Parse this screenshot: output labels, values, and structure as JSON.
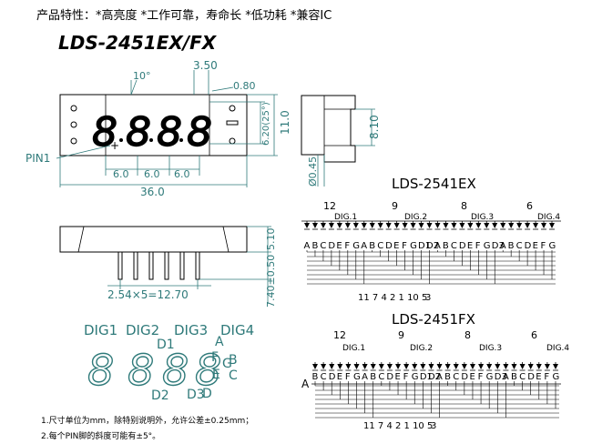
{
  "header": {
    "features": "产品特性：*高亮度 *工作可靠，寿命长 *低功耗 *兼容IC",
    "title": "LDS-2451EX/FX"
  },
  "front_view": {
    "angle": "10°",
    "dim_350": "3.50",
    "dim_080": "0.80",
    "dim_620": "6.20(25°)",
    "dim_height": "11.0",
    "pin1": "PIN1",
    "pitch": [
      "6.0",
      "6.0",
      "6.0"
    ],
    "width": "36.0",
    "digit_glyph": "8"
  },
  "side_view": {
    "dim_810": "8.10",
    "dim_045": "Ø0.45"
  },
  "bottom_view": {
    "dim_510": "5.10",
    "dim_740": "7.40±0.50",
    "pin_pitch": "2.54×5=12.70"
  },
  "segment_map": {
    "digits": [
      "DIG1",
      "DIG2",
      "DIG3",
      "DIG4"
    ],
    "labels": [
      "A",
      "B",
      "C",
      "D1",
      "D2",
      "D3",
      "D",
      "E",
      "F",
      "G"
    ]
  },
  "schematic_ex": {
    "title": "LDS-2541EX",
    "pins_top": [
      "12",
      "9",
      "8",
      "6"
    ],
    "digit_labels": [
      "DIG.1",
      "DIG.2",
      "DIG.3",
      "DIG.4"
    ],
    "segments": [
      "A",
      "B",
      "C",
      "D",
      "E",
      "F",
      "G",
      "A",
      "B",
      "C",
      "D",
      "E",
      "F",
      "G",
      "D1",
      "D2",
      "A",
      "B",
      "C",
      "D",
      "E",
      "F",
      "G",
      "D3",
      "A",
      "B",
      "C",
      "D",
      "E",
      "F",
      "G"
    ],
    "pins_bottom": "11 7 4 2 1 10 5",
    "pin3": "3"
  },
  "schematic_fx": {
    "title": "LDS-2451FX",
    "pins_top": [
      "12",
      "9",
      "8",
      "6"
    ],
    "digit_labels": [
      "DIG.1",
      "DIG.2",
      "DIG.3",
      "DIG.4"
    ],
    "common": "A",
    "segments": [
      "B",
      "C",
      "D",
      "E",
      "F",
      "G",
      "A",
      "B",
      "C",
      "D",
      "E",
      "F",
      "G",
      "D1",
      "D2",
      "A",
      "B",
      "C",
      "D",
      "E",
      "F",
      "G",
      "D3",
      "A",
      "B",
      "C",
      "D",
      "E",
      "F",
      "G"
    ],
    "pins_bottom": "11 7 4 2 1 10 5",
    "pin3": "3"
  },
  "notes": [
    "1.尺寸单位为mm，除特别说明外，允许公差±0.25mm；",
    "2.每个PIN脚的斜度可能有±5°。"
  ]
}
